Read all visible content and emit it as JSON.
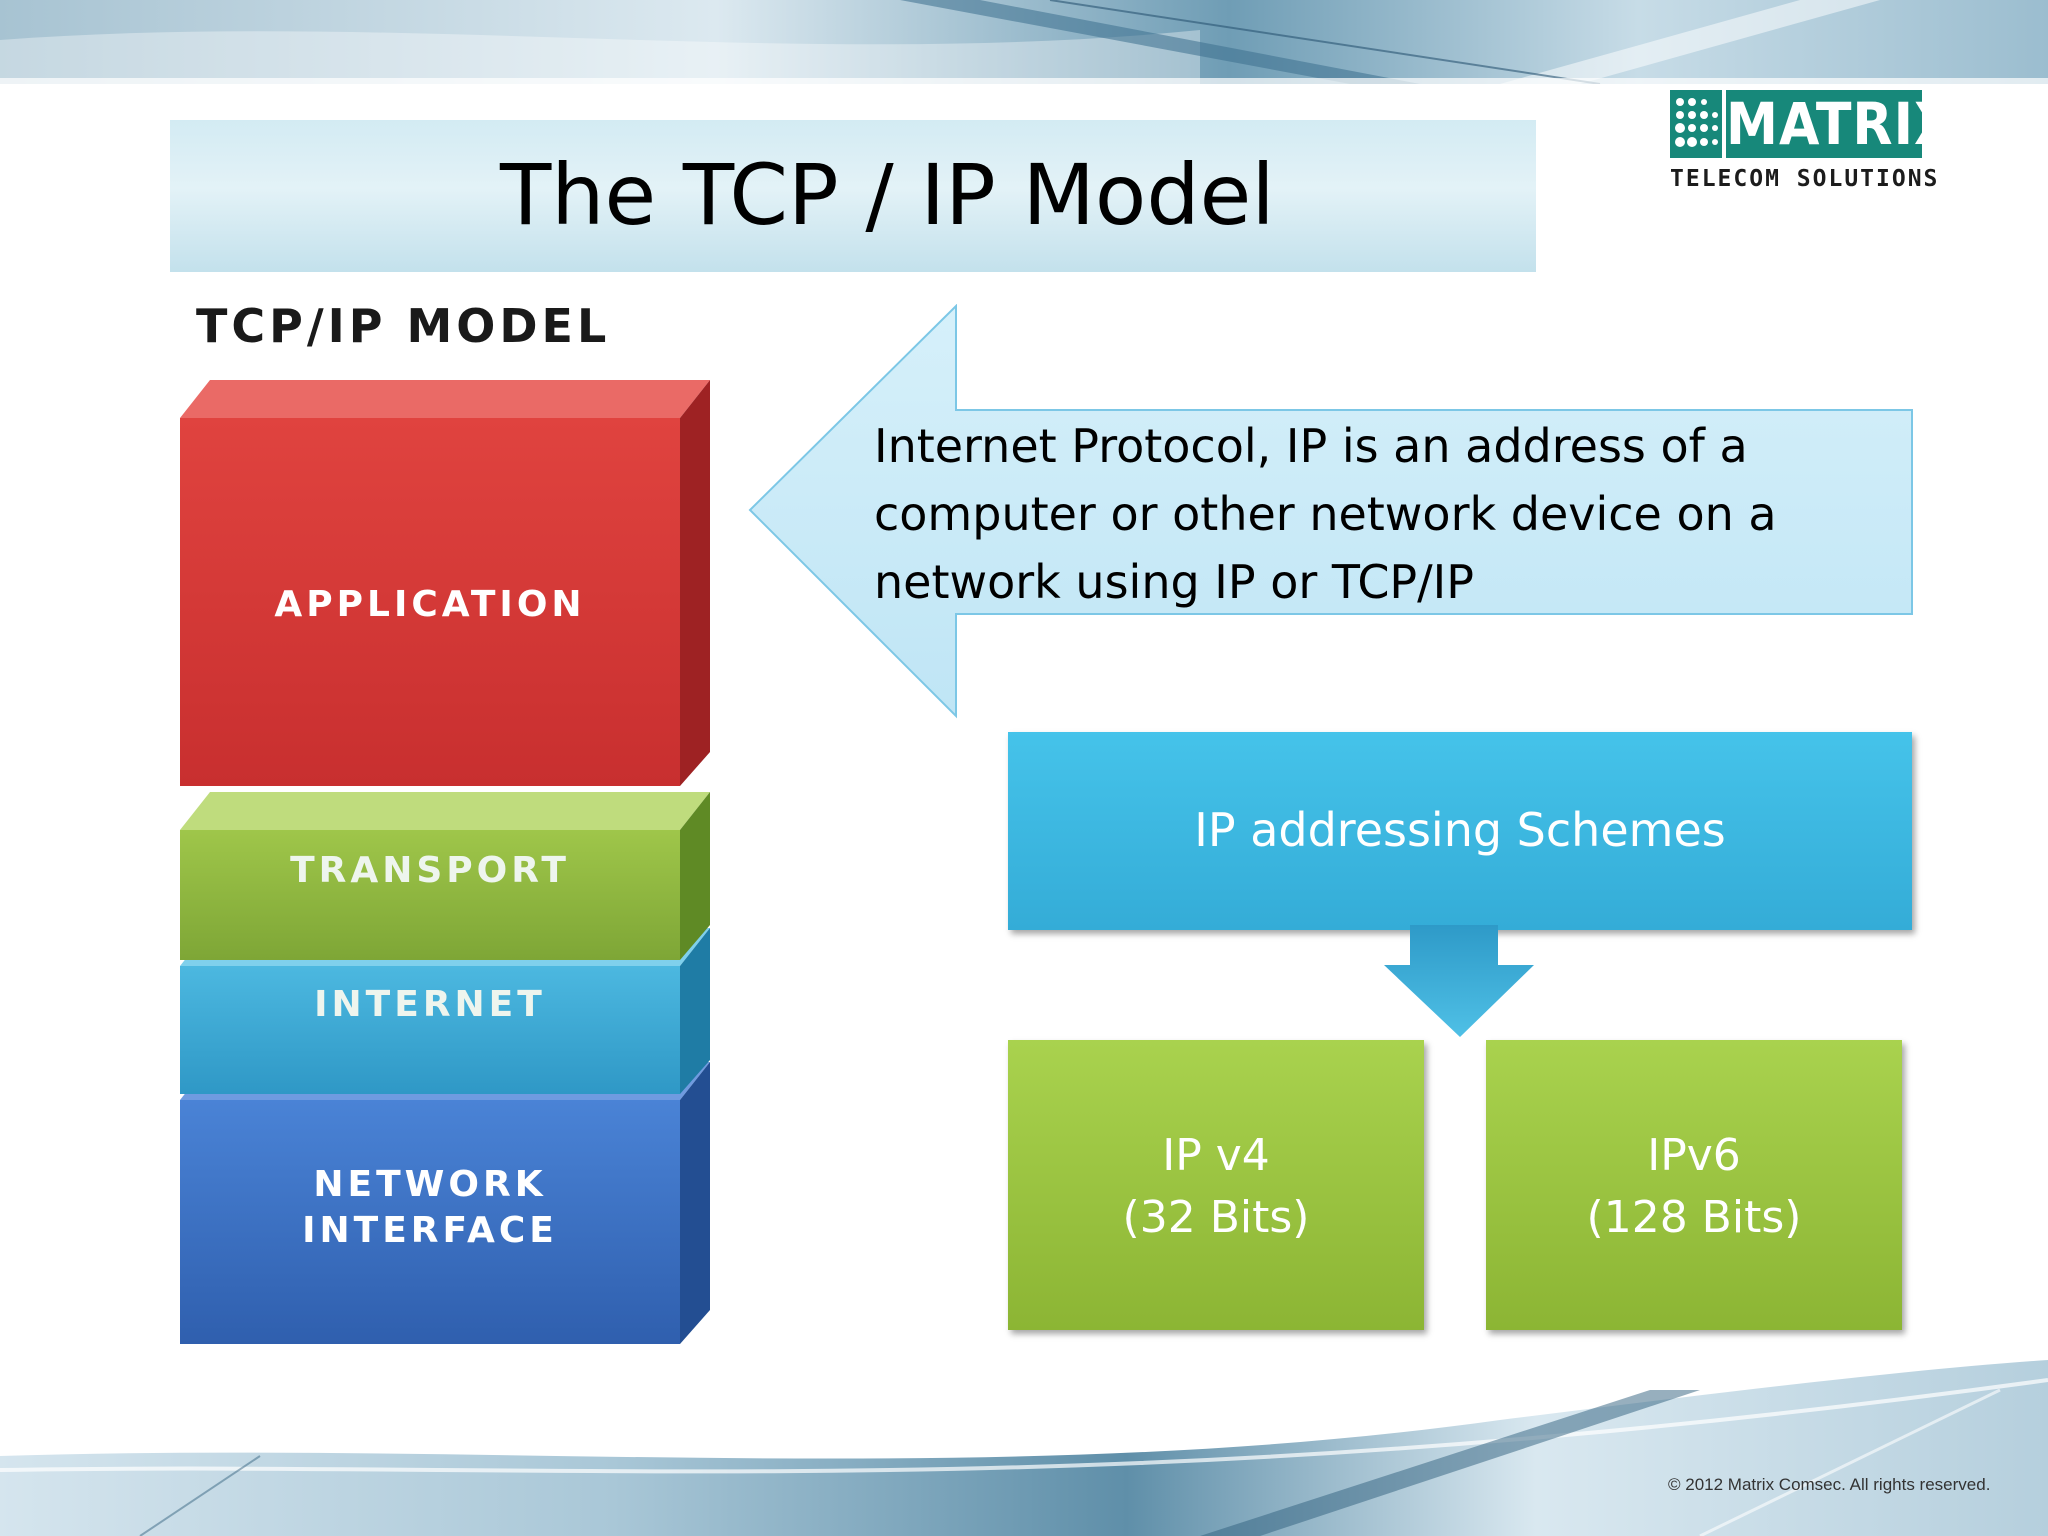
{
  "slide": {
    "title": "The TCP / IP Model",
    "copyright": "© 2012 Matrix Comsec. All rights reserved."
  },
  "logo": {
    "name": "MATRIX",
    "tagline": "TELECOM SOLUTIONS",
    "color": "#17887a"
  },
  "stack": {
    "title": "TCP/IP MODEL",
    "layers": [
      {
        "label": "APPLICATION",
        "color": "#d43a39"
      },
      {
        "label": "TRANSPORT",
        "color": "#8ab43c"
      },
      {
        "label": "INTERNET",
        "color": "#3aa8d3"
      },
      {
        "label_lines": [
          "NETWORK",
          "INTERFACE"
        ],
        "color": "#3a70c4"
      }
    ]
  },
  "callout": {
    "lines": [
      "Internet Protocol, IP is an address of a",
      "computer or other network device on a",
      "network using IP or TCP/IP"
    ],
    "color": "#c9eaf7"
  },
  "schemes": {
    "title": "IP addressing Schemes",
    "color": "#3ab7e1",
    "versions": [
      {
        "name": "IP v4",
        "bits": "(32 Bits)"
      },
      {
        "name": "IPv6",
        "bits": "(128 Bits)"
      }
    ],
    "version_color": "#9cc43f"
  }
}
